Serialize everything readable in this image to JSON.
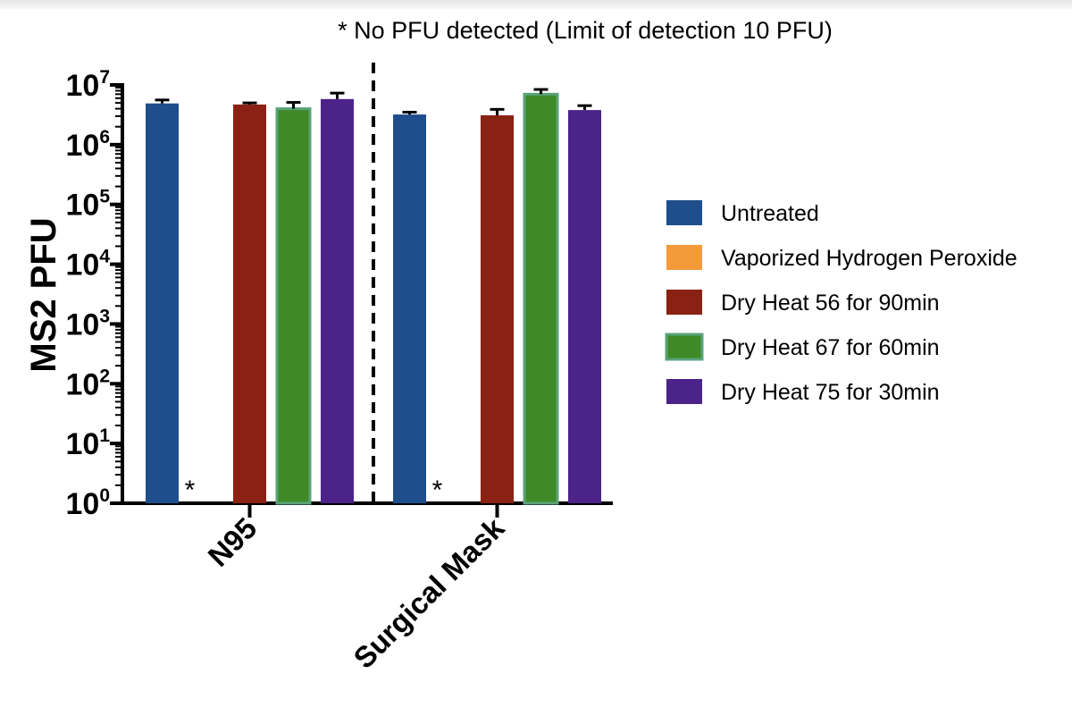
{
  "chart_data": {
    "type": "bar",
    "title": "",
    "annotation": "* No PFU detected (Limit of detection 10 PFU)",
    "ylabel": "MS2 PFU",
    "xlabel": "",
    "yscale": "log",
    "ylim": [
      1,
      10000000
    ],
    "yticks": [
      {
        "base": "10",
        "exp": "0",
        "value": 1
      },
      {
        "base": "10",
        "exp": "1",
        "value": 10
      },
      {
        "base": "10",
        "exp": "2",
        "value": 100
      },
      {
        "base": "10",
        "exp": "3",
        "value": 1000
      },
      {
        "base": "10",
        "exp": "4",
        "value": 10000
      },
      {
        "base": "10",
        "exp": "5",
        "value": 100000
      },
      {
        "base": "10",
        "exp": "6",
        "value": 1000000
      },
      {
        "base": "10",
        "exp": "7",
        "value": 10000000
      }
    ],
    "categories": [
      "N95",
      "Surgical Mask"
    ],
    "not_detected_marker": "*",
    "legend_position": "right",
    "series": [
      {
        "name": "Untreated",
        "color": "#1f4e8c",
        "values": [
          4900000,
          3200000
        ],
        "error": [
          5600000,
          3500000
        ]
      },
      {
        "name": "Vaporized Hydrogen Peroxide",
        "color": "#f39a3a",
        "values": [
          null,
          null
        ],
        "error": [
          null,
          null
        ],
        "not_detected": [
          true,
          true
        ]
      },
      {
        "name": "Dry Heat 56 for 90min",
        "color": "#8a2213",
        "values": [
          4700000,
          3100000
        ],
        "error": [
          5000000,
          3900000
        ]
      },
      {
        "name": "Dry Heat 67 for 60min",
        "color": "#3f8a26",
        "edge": "#5aa37a",
        "values": [
          4000000,
          7000000
        ],
        "error": [
          5100000,
          8400000
        ]
      },
      {
        "name": "Dry Heat 75 for 30min",
        "color": "#4b2389",
        "values": [
          5800000,
          3800000
        ],
        "error": [
          7300000,
          4500000
        ]
      }
    ]
  }
}
